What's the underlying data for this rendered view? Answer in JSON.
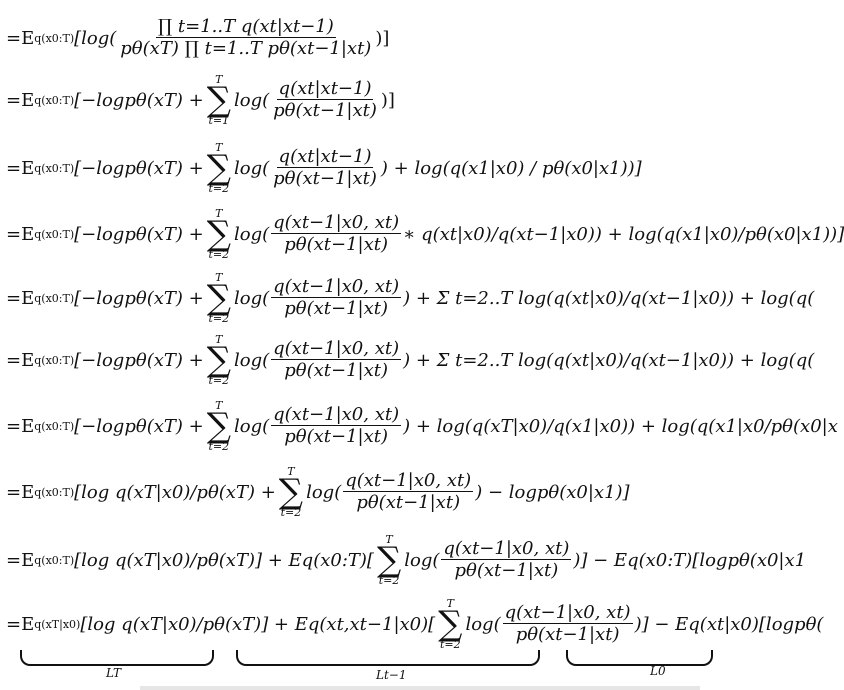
{
  "lines": [
    {
      "prefix": "=E",
      "sub": "q(x0:T)",
      "pre": "[log(",
      "num": "∏ t=1..T q(xt|xt−1)",
      "den": "pθ(xT) ∏ t=1..T pθ(xt−1|xt)",
      "post": ")]"
    },
    {
      "prefix": "=E",
      "sub": "q(x0:T)",
      "pre": "[−logpθ(xT) +",
      "sum_top": "T",
      "sum_bot": "t=1",
      "mid": "log(",
      "num": "q(xt|xt−1)",
      "den": "pθ(xt−1|xt)",
      "post": ")]"
    },
    {
      "prefix": "=E",
      "sub": "q(x0:T)",
      "pre": "[−logpθ(xT) +",
      "sum_top": "T",
      "sum_bot": "t=2",
      "mid": "log(",
      "num": "q(xt|xt−1)",
      "den": "pθ(xt−1|xt)",
      "post": ") + log(q(x1|x0) / pθ(x0|x1))]"
    },
    {
      "prefix": "=E",
      "sub": "q(x0:T)",
      "pre": "[−logpθ(xT) +",
      "sum_top": "T",
      "sum_bot": "t=2",
      "mid": "log(",
      "num": "q(xt−1|x0, xt)",
      "den": "pθ(xt−1|xt)",
      "post": "∗ q(xt|x0)/q(xt−1|x0)) + log(q(x1|x0)/pθ(x0|x1))]"
    },
    {
      "prefix": "=E",
      "sub": "q(x0:T)",
      "pre": "[−logpθ(xT) +",
      "sum_top": "T",
      "sum_bot": "t=2",
      "mid": "log(",
      "num": "q(xt−1|x0, xt)",
      "den": "pθ(xt−1|xt)",
      "post": ") + Σ t=2..T log(q(xt|x0)/q(xt−1|x0)) + log(q("
    },
    {
      "prefix": "=E",
      "sub": "q(x0:T)",
      "pre": "[−logpθ(xT) +",
      "sum_top": "T",
      "sum_bot": "t=2",
      "mid": "log(",
      "num": "q(xt−1|x0, xt)",
      "den": "pθ(xt−1|xt)",
      "post": ") + Σ t=2..T log(q(xt|x0)/q(xt−1|x0)) + log(q("
    },
    {
      "prefix": "=E",
      "sub": "q(x0:T)",
      "pre": "[−logpθ(xT) +",
      "sum_top": "T",
      "sum_bot": "t=2",
      "mid": "log(",
      "num": "q(xt−1|x0, xt)",
      "den": "pθ(xt−1|xt)",
      "post": ") + log(q(xT|x0)/q(x1|x0)) + log(q(x1|x0/pθ(x0|x"
    },
    {
      "prefix": "=E",
      "sub": "q(x0:T)",
      "pre": "[log q(xT|x0)/pθ(xT) +",
      "sum_top": "T",
      "sum_bot": "t=2",
      "mid": "log(",
      "num": "q(xt−1|x0, xt)",
      "den": "pθ(xt−1|xt)",
      "post": ") − logpθ(x0|x1)]"
    },
    {
      "prefix": "=E",
      "sub": "q(x0:T)",
      "pre": "[log q(xT|x0)/pθ(xT)] + Eq(x0:T)[",
      "sum_top": "T",
      "sum_bot": "t=2",
      "mid": "log(",
      "num": "q(xt−1|x0, xt)",
      "den": "pθ(xt−1|xt)",
      "post": ")] − Eq(x0:T)[logpθ(x0|x1"
    },
    {
      "prefix": "=E",
      "sub": "q(xT|x0)",
      "pre": "[log q(xT|x0)/pθ(xT)] + Eq(xt,xt−1|x0)[",
      "sum_top": "T",
      "sum_bot": "t=2",
      "mid": "log(",
      "num": "q(xt−1|x0, xt)",
      "den": "pθ(xt−1|xt)",
      "post": ")] − Eq(xt|x0)[logpθ("
    }
  ],
  "braces": [
    {
      "label": "LT"
    },
    {
      "label": "Lt−1"
    },
    {
      "label": "L0"
    }
  ]
}
